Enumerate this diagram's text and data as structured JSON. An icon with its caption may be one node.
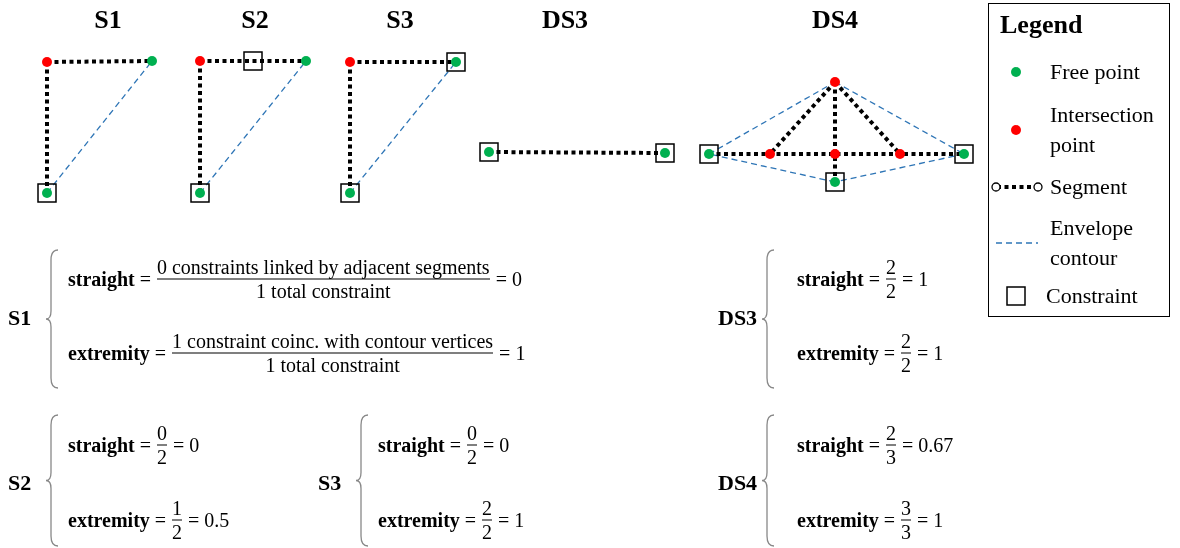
{
  "diagram": {
    "labels": [
      "S1",
      "S2",
      "S3",
      "DS3",
      "DS4",
      "Legend",
      "S1",
      "**straight** =",
      "0 constraints linked by adjacent segments",
      "1 total constraint",
      "= 0",
      "**extremity** =",
      "1 constraint coinc. with contour vertices",
      "1 total constraint",
      "= 1",
      "DS3",
      "**straight** =",
      "2",
      "2",
      "= 1",
      "**extremity** =",
      "2",
      "2",
      "= 1",
      "S2",
      "**straight** =",
      "0",
      "2",
      "= 0",
      "**extremity** =",
      "1",
      "2",
      "= 0.5",
      "S3",
      "**straight** =",
      "0",
      "2",
      "= 0",
      "**extremity** =",
      "2",
      "2",
      "= 1",
      "DS4",
      "**straight** =",
      "2",
      "3",
      "= 0.67",
      "**extremity** =",
      "3",
      "3",
      "= 1"
    ],
    "legend": [
      {
        "text": "Free point",
        "color": "#00b050"
      },
      {
        "text": "Intersection point",
        "color": "#ff0000"
      },
      {
        "text": "Segment"
      },
      {
        "text": "Envelope contour"
      },
      {
        "text": "Constraint"
      }
    ]
  }
}
